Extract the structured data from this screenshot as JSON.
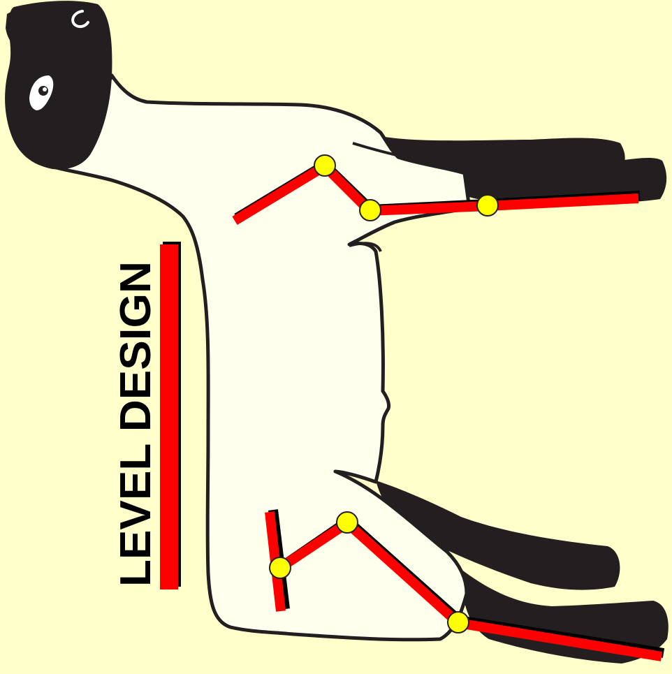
{
  "title": {
    "text": "LEVEL DESIGN"
  },
  "colors": {
    "background": "#ffffcc",
    "body_fill": "#ffffee",
    "outline": "#231f20",
    "dark": "#231f20",
    "bone": "#ff0000",
    "joint": "#ffff00"
  },
  "figure": {
    "subject": "sheep",
    "front_leg_joints": 3,
    "rear_leg_joints": 3
  }
}
